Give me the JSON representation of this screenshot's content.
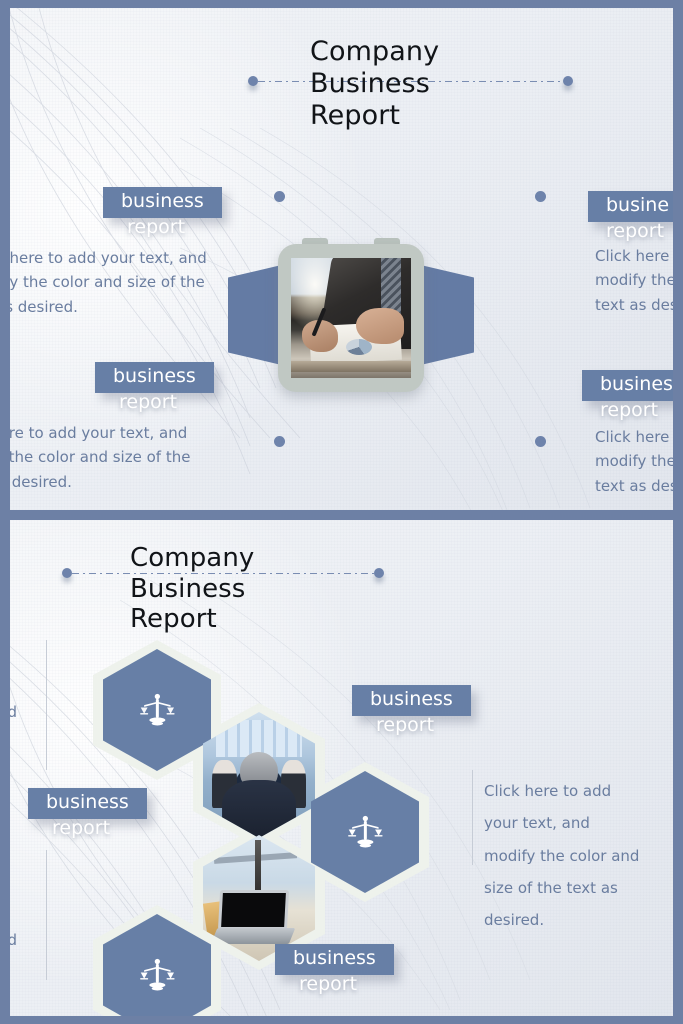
{
  "theme": {
    "accent_blue": "#677fa6",
    "dot_blue": "#6e83ab",
    "body_text_blue": "#6a7d9f",
    "frame_blue": "#6d80a5",
    "slide_bg": "#eceff4",
    "hex_ring": "#eef2ec"
  },
  "slide_one": {
    "title": "Company\nBusiness\nReport",
    "labels": {
      "top_left": {
        "chip": "business",
        "sub": "report"
      },
      "top_right": {
        "chip": "busine",
        "chip_full": "business",
        "sub": "report"
      },
      "bottom_left": {
        "chip": "business",
        "sub": "report"
      },
      "bottom_right": {
        "chip": "busines",
        "chip_full": "business",
        "sub": "report"
      }
    },
    "paragraphs": {
      "top_left": "k here to add your text, and\nlify the color and size of the\n as desired.",
      "top_right": "Click here\nmodify the\ntext as des",
      "bottom_left": " here to add your text, and\nfy the color and size of the\nas desired.",
      "bottom_right": "Click here t\nmodify the\ntext as des"
    },
    "device": {
      "name": "smartwatch-mockup",
      "photo_alt": "businessman signing documents at desk"
    }
  },
  "slide_two": {
    "title": "Company\nBusiness\nReport",
    "labels": {
      "right_upper": {
        "chip": "business",
        "sub": "report"
      },
      "left_middle": {
        "chip": "business",
        "sub": "report"
      },
      "bottom_middle": {
        "chip": "business",
        "sub": "report"
      }
    },
    "paragraphs": {
      "right": "Click here to add\nyour text, and\nmodify the color and\nsize of the text as\ndesired.",
      "left_upper_fragment": "nd",
      "left_lower_fragment": "nd"
    },
    "hexagons": [
      {
        "name": "hex-icon-top-left",
        "kind": "icon",
        "icon": "balance-scales-icon"
      },
      {
        "name": "hex-photo-meeting",
        "kind": "photo",
        "photo_alt": "business meeting presentation"
      },
      {
        "name": "hex-icon-middle-right",
        "kind": "icon",
        "icon": "balance-scales-icon"
      },
      {
        "name": "hex-photo-laptop",
        "kind": "photo",
        "photo_alt": "laptop on office desk"
      },
      {
        "name": "hex-icon-bottom-left",
        "kind": "icon",
        "icon": "balance-scales-icon"
      }
    ]
  }
}
